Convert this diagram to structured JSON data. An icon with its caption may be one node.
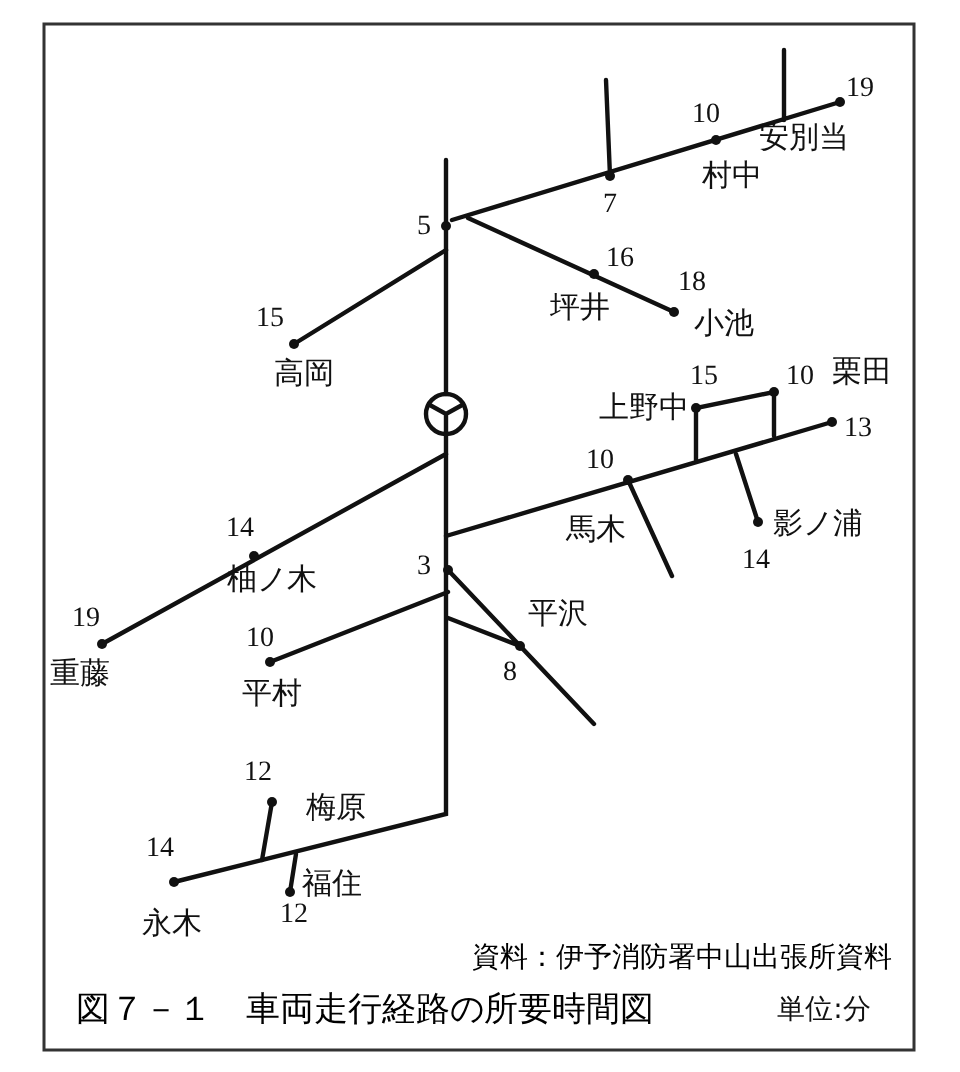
{
  "diagram": {
    "title": "図７－１　車両走行経路の所要時間図",
    "caption": "資料：伊予消防署中山出張所資料",
    "labels": [
      "19",
      "10",
      "安別当",
      "村中",
      "5",
      "7",
      "16",
      "18",
      "坪井",
      "15",
      "小池",
      "高岡",
      "15",
      "10",
      "栗田",
      "上野中",
      "13",
      "10",
      "馬木",
      "14",
      "影ノ浦",
      "14",
      "柚ノ木",
      "3",
      "平沢",
      "19",
      "10",
      "8",
      "重藤",
      "平村",
      "12",
      "梅原",
      "14",
      "福住",
      "永木",
      "12",
      "単位:分"
    ]
  }
}
